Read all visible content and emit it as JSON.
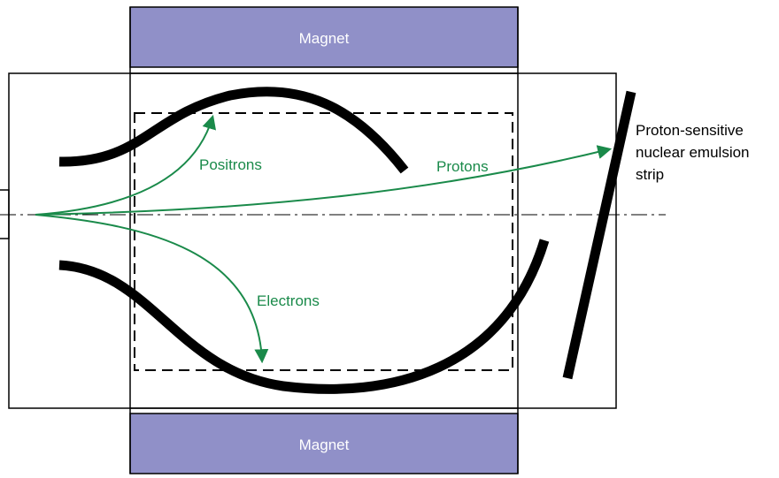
{
  "magnets": {
    "top_label": "Magnet",
    "bottom_label": "Magnet"
  },
  "particles": {
    "positrons": "Positrons",
    "protons": "Protons",
    "electrons": "Electrons"
  },
  "detector": {
    "line1": "Proton-sensitive",
    "line2": "nuclear emulsion",
    "line3": "strip"
  },
  "colors": {
    "magnet_fill": "#9090c8",
    "trajectory": "#1a8a4a",
    "plate": "#000000"
  }
}
